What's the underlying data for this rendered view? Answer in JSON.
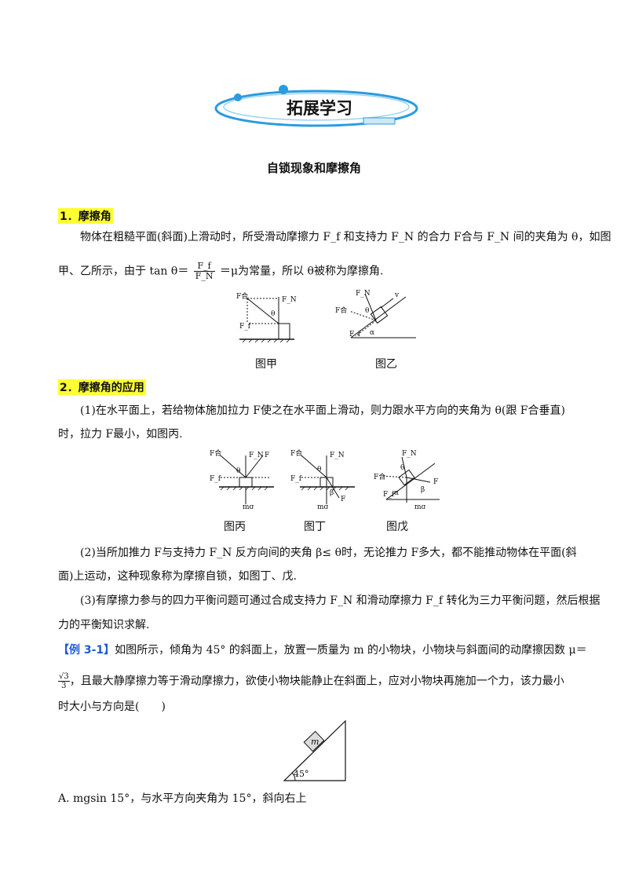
{
  "banner": {
    "title": "拓展学习"
  },
  "subtitle": "自锁现象和摩擦角",
  "section1": {
    "heading": "1．摩擦角",
    "p1_line1": "物体在粗糙平面(斜面)上滑动时，所受滑动摩擦力 F_f 和支持力 F_N 的合力 F合与 F_N 间的夹角为 θ，如图",
    "p1_line2_pre": "甲、乙所示，由于 tan θ＝",
    "frac_num": "F_f",
    "frac_den": "F_N",
    "p1_line2_post": "＝μ为常量，所以 θ被称为摩擦角."
  },
  "fig1": {
    "caption_a": "图甲",
    "caption_b": "图乙"
  },
  "section2": {
    "heading": "2．摩擦角的应用",
    "p1_line1": "(1)在水平面上，若给物体施加拉力 F使之在水平面上滑动，则力跟水平方向的夹角为 θ(跟 F合垂直)",
    "p1_line2": "时，拉力 F最小，如图丙.",
    "p2_line1": "(2)当所加推力 F与支持力 F_N 反方向间的夹角 β≤ θ时，无论推力 F多大，都不能推动物体在平面(斜",
    "p2_line2": "面)上运动，这种现象称为摩擦自锁，如图丁、戊.",
    "p3_line1": "(3)有摩擦力参与的四力平衡问题可通过合成支持力 F_N 和滑动摩擦力 F_f 转化为三力平衡问题，然后根据",
    "p3_line2": "力的平衡知识求解."
  },
  "fig2": {
    "caption_a": "图丙",
    "caption_b": "图丁",
    "caption_c": "图戊"
  },
  "example": {
    "tag": "【例 3-1】",
    "line1": "如图所示，倾角为 45° 的斜面上，放置一质量为 m 的小物块，小物块与斜面间的动摩擦因数  μ＝",
    "frac_num": "√3",
    "frac_den": "3",
    "line2": "，且最大静摩擦力等于滑动摩擦力，欲使小物块能静止在斜面上，应对小物块再施加一个力，该力最小",
    "line3": "时大小与方向是(　　)",
    "fig_mass": "m",
    "fig_angle": "45°",
    "option_a": "A. mgsin 15°，与水平方向夹角为 15°，斜向右上"
  },
  "labels": {
    "F_he": "F合",
    "F_N": "F_N",
    "F_f": "F_f",
    "theta": "θ",
    "alpha": "α",
    "v": "v",
    "F": "F",
    "mg": "mg",
    "beta": "β"
  },
  "colors": {
    "highlight": "#ffff33",
    "accent": "#1e5bd6",
    "banner_ring": "#2a9be0"
  }
}
